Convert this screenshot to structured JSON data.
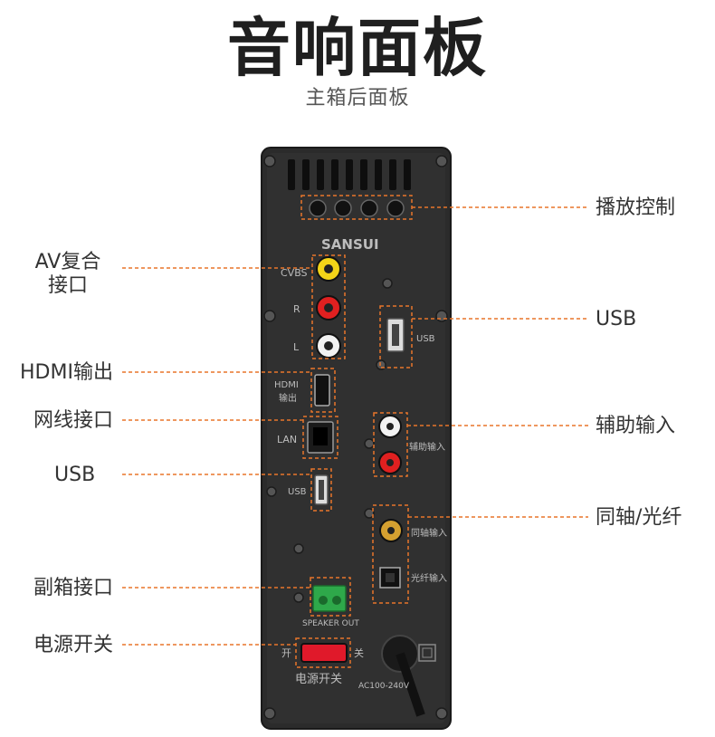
{
  "header": {
    "title": "音响面板",
    "subtitle": "主箱后面板"
  },
  "brand": "SANSUI",
  "callouts": {
    "left": {
      "av": [
        "AV复合",
        "接口"
      ],
      "hdmi": "HDMI输出",
      "lan": "网线接口",
      "usb": "USB",
      "sub": "副箱接口",
      "power": "电源开关"
    },
    "right": {
      "play": "播放控制",
      "usb": "USB",
      "aux": "辅助输入",
      "coax": "同轴/光纤"
    }
  },
  "panel_labels": {
    "cvbs": "CVBS",
    "r": "R",
    "l": "L",
    "hdmi": [
      "HDMI",
      "输出"
    ],
    "lan": "LAN",
    "usb_left": "USB",
    "usb_right": "USB",
    "aux": "辅助输入",
    "coax": "同轴输入",
    "optical": "光纤输入",
    "speaker_out": "SPEAKER OUT",
    "power_on": "开",
    "power_off": "关",
    "power_bottom": "电源开关",
    "ac": "AC100-240V"
  },
  "colors": {
    "panel": "#2c2c2c",
    "dash": "#e8752a",
    "rca_yellow": "#f2d418",
    "rca_red": "#e02020",
    "rca_white": "#f2f2f2",
    "green_terminal": "#2ea84a",
    "switch_red": "#e0192a"
  }
}
